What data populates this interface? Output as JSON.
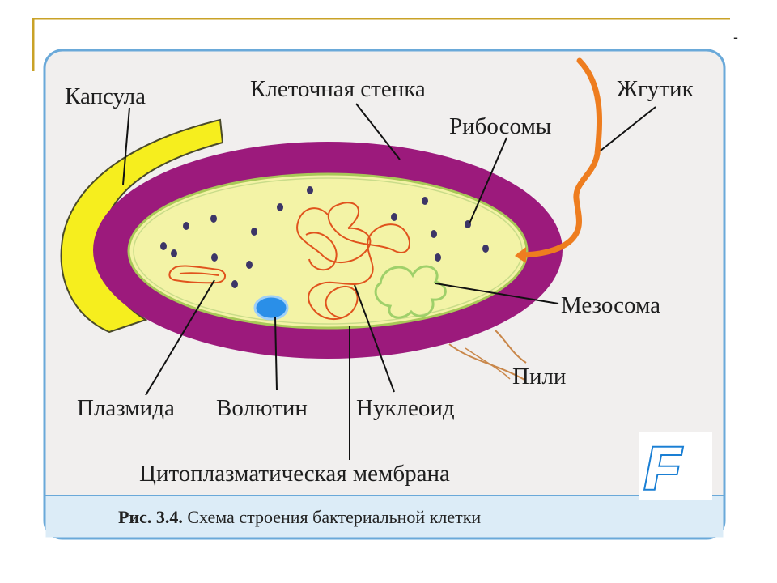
{
  "labels": {
    "capsule": "Капсула",
    "cell_wall": "Клеточная стенка",
    "flagellum": "Жгутик",
    "ribosomes": "Рибосомы",
    "mesosome": "Мезосома",
    "pili": "Пили",
    "plasmid": "Плазмида",
    "volutin": "Волютин",
    "nucleoid": "Нуклеоид",
    "cytoplasmic_membrane": "Цитоплазматическая мембрана"
  },
  "caption": {
    "figure": "Рис. 3.4.",
    "text": " Схема строения бактериальной клетки"
  },
  "slide_dash": "-",
  "logo_letter": "F",
  "colors": {
    "slide_accent_line": "#c9a227",
    "panel_border": "#6aa9d9",
    "panel_bg": "#f1efee",
    "caption_bg": "#dcecf7",
    "capsule": "#f6ee1e",
    "cell_wall": "#9c1a7c",
    "cytoplasm": "#f3f3a6",
    "flagellum": "#ee7d1f",
    "nucleoid": "#e0531d",
    "mesosome": "#9fd06a",
    "volutin": "#2a8fe8",
    "ribosome": "#3c3567"
  }
}
